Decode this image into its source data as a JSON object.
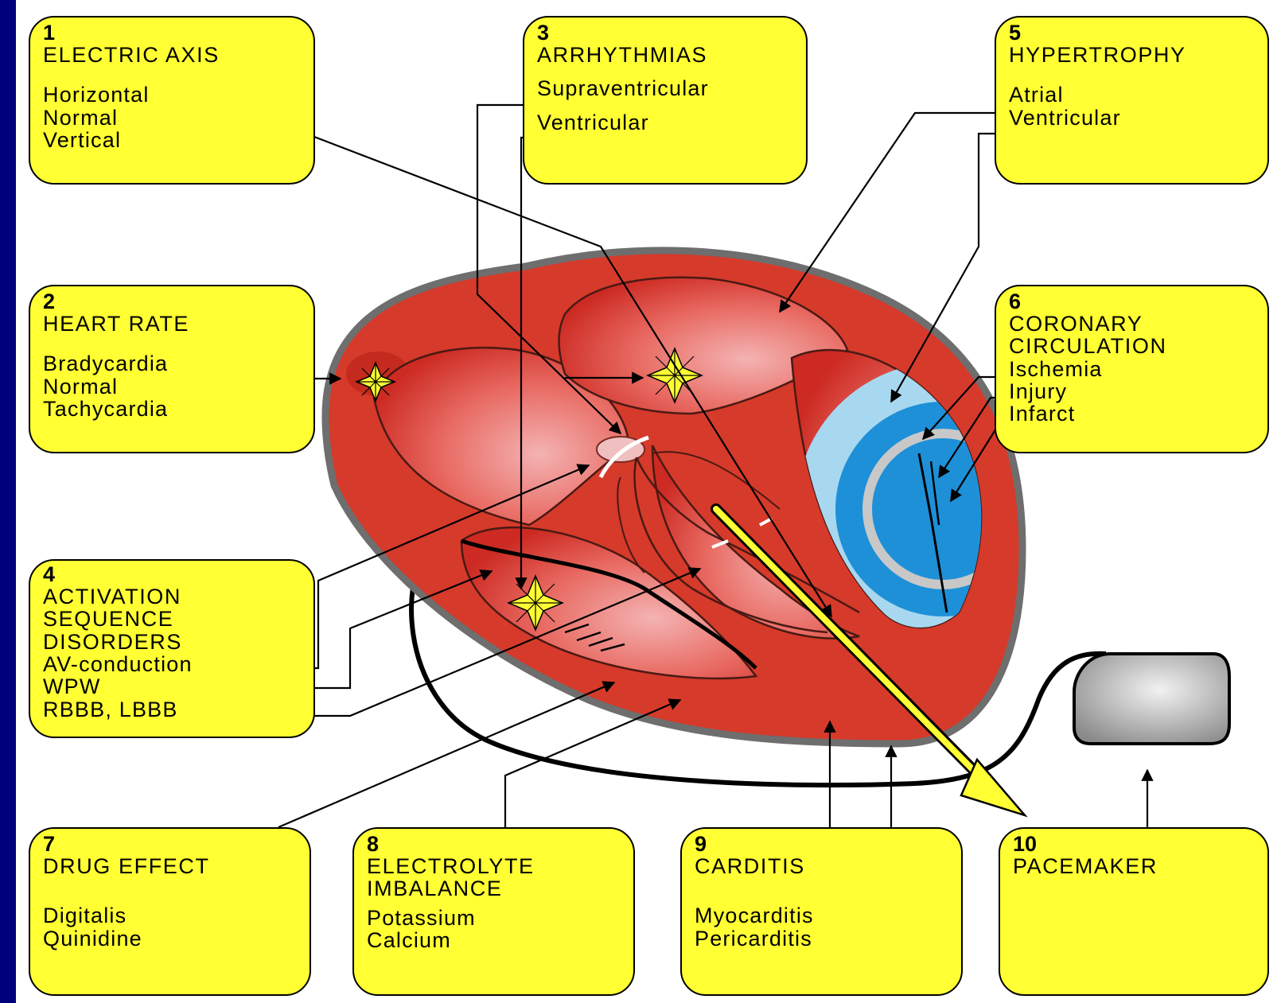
{
  "boxes": {
    "b1": {
      "num": "1",
      "title": "ELECTRIC AXIS",
      "items": [
        "Horizontal",
        "Normal",
        "Vertical"
      ]
    },
    "b2": {
      "num": "2",
      "title": "HEART RATE",
      "items": [
        "Bradycardia",
        "Normal",
        "Tachycardia"
      ]
    },
    "b3": {
      "num": "3",
      "title": "ARRHYTHMIAS",
      "items": [
        "Supraventricular",
        "Ventricular"
      ]
    },
    "b4": {
      "num": "4",
      "title": "ACTIVATION\nSEQUENCE\nDISORDERS",
      "items": [
        "AV-conduction",
        "WPW",
        "RBBB, LBBB"
      ]
    },
    "b5": {
      "num": "5",
      "title": "HYPERTROPHY",
      "items": [
        "Atrial",
        "Ventricular"
      ]
    },
    "b6": {
      "num": "6",
      "title": "CORONARY\nCIRCULATION",
      "items": [
        "Ischemia",
        "Injury",
        "Infarct"
      ]
    },
    "b7": {
      "num": "7",
      "title": "DRUG EFFECT",
      "items": [
        "Digitalis",
        "Quinidine"
      ]
    },
    "b8": {
      "num": "8",
      "title": "ELECTROLYTE\nIMBALANCE",
      "items": [
        "Potassium",
        "Calcium"
      ]
    },
    "b9": {
      "num": "9",
      "title": "CARDITIS",
      "items": [
        "Myocarditis",
        "Pericarditis"
      ]
    },
    "b10": {
      "num": "10",
      "title": "PACEMAKER",
      "items": []
    }
  },
  "colors": {
    "page_border": "#00007a",
    "box_fill": "#ffff33",
    "heart_wall": "#d63a2a",
    "heart_outline": "#6e6e6e",
    "chamber_highlight": "#f2a5a5",
    "ischemia": "#a8d8f0",
    "injury": "#1e90d8",
    "pacemaker": "#9a9a9a"
  }
}
